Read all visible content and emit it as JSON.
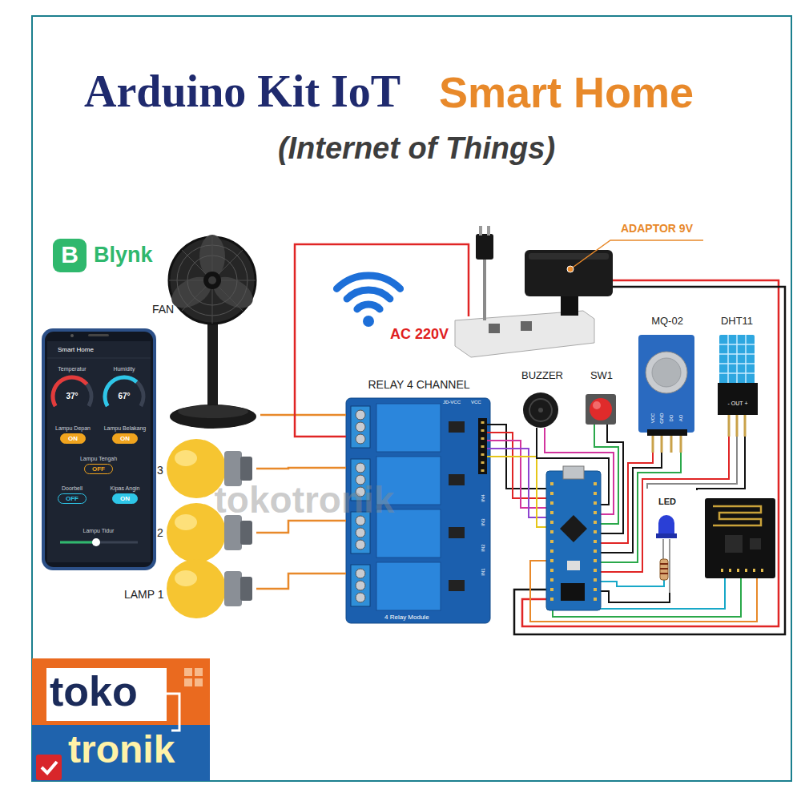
{
  "diagram": {
    "title": "Arduino Kit IoT",
    "nodes": [
      {
        "text": [
          "Smart Home"
        ]
      },
      {
        "text": [
          "Lampu Depan",
          "ON"
        ],
        "in": 0
      },
      {
        "text": [
          "Lampu Belakang",
          "ON"
        ],
        "in": 0
      },
      {
        "text": [
          "Lampu Tengah",
          "OFF"
        ],
        "in": 0
      },
      {
        "text": [
          "Doorbell",
          "OFF"
        ],
        "in": 0
      },
      {
        "text": [
          "Kipas Angin",
          "ON"
        ],
        "in": 0
      },
      {
        "text": [
          "FAN"
        ]
      },
      {
        "text": [
          "3"
        ]
      },
      {
        "text": [
          "2"
        ]
      },
      {
        "text": [
          "LAMP 1"
        ]
      },
      {
        "text": [
          "RELAY 4 CHANNEL",
          "4 Relay Module"
        ]
      },
      {
        "text": [
          "AC 220V"
        ]
      },
      {
        "text": [
          "ADAPTOR 9V"
        ]
      },
      {
        "text": [
          "BUZZER"
        ]
      },
      {
        "text": [
          "SW1"
        ]
      },
      {
        "text": [
          "MQ-02"
        ]
      },
      {
        "text": [
          "DHT11"
        ]
      },
      {
        "text": [
          "LED"
        ]
      },
      {
        "text": [
          "toko",
          "tronik"
        ]
      }
    ],
    "edges": [
      {
        "from": 10,
        "to": 6,
        "arrow": "none"
      },
      {
        "from": 10,
        "to": 7,
        "arrow": "none"
      },
      {
        "from": 10,
        "to": 8,
        "arrow": "none"
      },
      {
        "from": 10,
        "to": 9,
        "arrow": "none"
      },
      {
        "from": 11,
        "to": 10,
        "arrow": "none"
      }
    ],
    "labels": [
      "Smart Home",
      "(Internet of Things)",
      "B",
      "Blynk",
      "Temperatur",
      "37°",
      "Humidity",
      "67°",
      "Lampu Tidur",
      "JD-VCC",
      "VCC",
      "IN4",
      "IN3",
      "IN2",
      "IN1",
      "VCC",
      "GND",
      "DO",
      "AO",
      "- OUT +",
      "tokotronik"
    ]
  }
}
